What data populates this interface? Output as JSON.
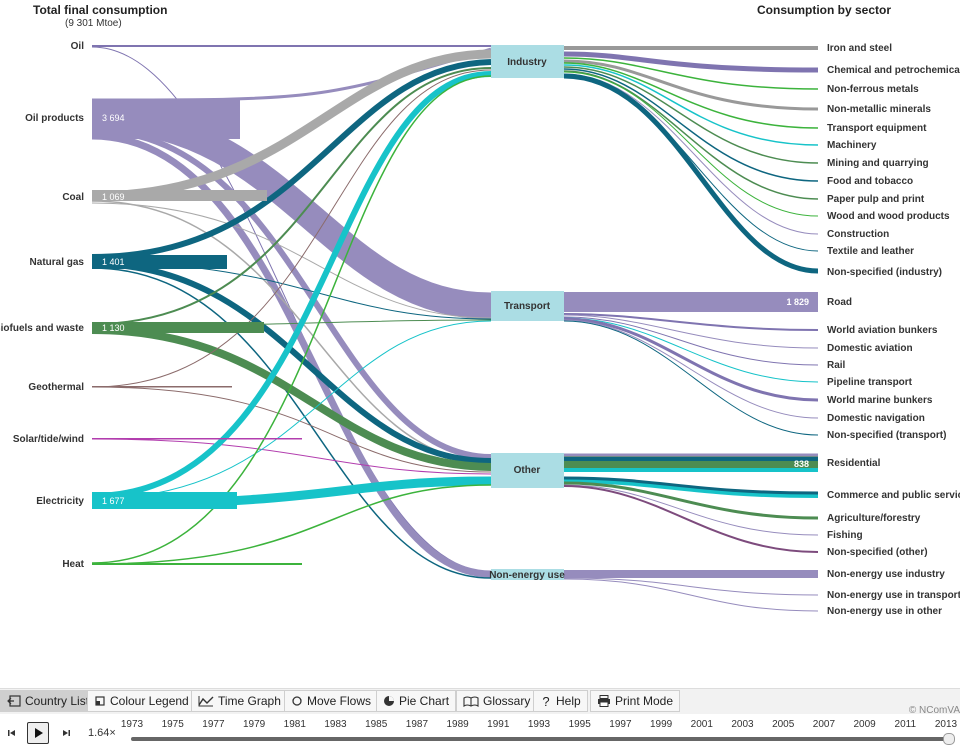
{
  "header": {
    "title": "Total final consumption",
    "subtitle": "(9 301 Mtoe)",
    "right_title": "Consumption by sector"
  },
  "sources": [
    {
      "label": "Oil",
      "value": "",
      "color": "#7f74b0"
    },
    {
      "label": "Oil products",
      "value": "3 694",
      "color": "#968cbd"
    },
    {
      "label": "Coal",
      "value": "1 069",
      "color": "#a9a9a9"
    },
    {
      "label": "Natural gas",
      "value": "1 401",
      "color": "#0e6680"
    },
    {
      "label": "Biofuels and waste",
      "value": "1 130",
      "color": "#4d8c52"
    },
    {
      "label": "Geothermal",
      "value": "",
      "color": "#8b6b6b"
    },
    {
      "label": "Solar/tide/wind",
      "value": "",
      "color": "#b23dae"
    },
    {
      "label": "Electricity",
      "value": "1 677",
      "color": "#17c3c9"
    },
    {
      "label": "Heat",
      "value": "",
      "color": "#3cb33c"
    }
  ],
  "middle": [
    {
      "label": "Industry",
      "color": "#abdde4"
    },
    {
      "label": "Transport",
      "color": "#abdde4"
    },
    {
      "label": "Other",
      "color": "#abdde4"
    },
    {
      "label": "Non-energy use",
      "color": "#abdde4"
    }
  ],
  "sectors": [
    {
      "label": "Iron and steel",
      "value": ""
    },
    {
      "label": "Chemical and petrochemical",
      "value": ""
    },
    {
      "label": "Non-ferrous metals",
      "value": ""
    },
    {
      "label": "Non-metallic minerals",
      "value": ""
    },
    {
      "label": "Transport equipment",
      "value": ""
    },
    {
      "label": "Machinery",
      "value": ""
    },
    {
      "label": "Mining and quarrying",
      "value": ""
    },
    {
      "label": "Food and tobacco",
      "value": ""
    },
    {
      "label": "Paper pulp and print",
      "value": ""
    },
    {
      "label": "Wood and wood products",
      "value": ""
    },
    {
      "label": "Construction",
      "value": ""
    },
    {
      "label": "Textile and leather",
      "value": ""
    },
    {
      "label": "Non-specified (industry)",
      "value": ""
    },
    {
      "label": "Road",
      "value": "1 829"
    },
    {
      "label": "World aviation bunkers",
      "value": ""
    },
    {
      "label": "Domestic aviation",
      "value": ""
    },
    {
      "label": "Rail",
      "value": ""
    },
    {
      "label": "Pipeline transport",
      "value": ""
    },
    {
      "label": "World marine bunkers",
      "value": ""
    },
    {
      "label": "Domestic navigation",
      "value": ""
    },
    {
      "label": "Non-specified (transport)",
      "value": ""
    },
    {
      "label": "Residential",
      "value": "838"
    },
    {
      "label": "Commerce and public services",
      "value": ""
    },
    {
      "label": "Agriculture/forestry",
      "value": ""
    },
    {
      "label": "Fishing",
      "value": ""
    },
    {
      "label": "Non-specified (other)",
      "value": ""
    },
    {
      "label": "Non-energy use industry",
      "value": ""
    },
    {
      "label": "Non-energy use in transport",
      "value": ""
    },
    {
      "label": "Non-energy use in other",
      "value": ""
    }
  ],
  "toolbar": {
    "country_list": "Country List",
    "colour_legend": "Colour Legend",
    "time_graph": "Time Graph",
    "move_flows": "Move Flows",
    "pie_chart": "Pie Chart",
    "glossary": "Glossary",
    "help": "Help",
    "print_mode": "Print Mode"
  },
  "copyright": "© NComVA",
  "timeline": {
    "speed": "1.64×",
    "years": [
      "1973",
      "1975",
      "1977",
      "1979",
      "1981",
      "1983",
      "1985",
      "1987",
      "1989",
      "1991",
      "1993",
      "1995",
      "1997",
      "1999",
      "2001",
      "2003",
      "2005",
      "2007",
      "2009",
      "2011",
      "2013"
    ],
    "position": 1.0
  }
}
